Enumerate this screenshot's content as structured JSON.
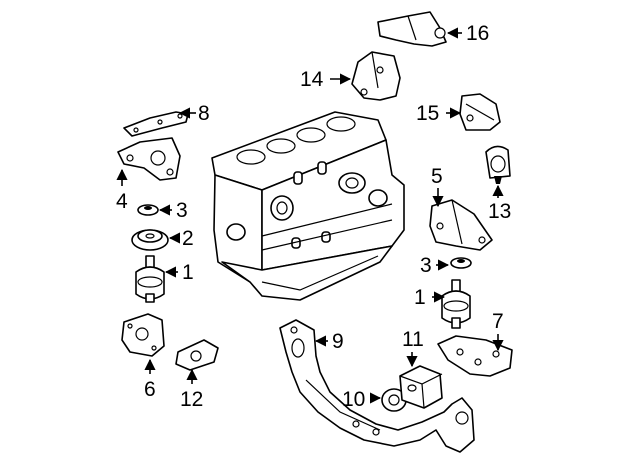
{
  "callouts": {
    "c1a": "1",
    "c1b": "1",
    "c2": "2",
    "c3a": "3",
    "c3b": "3",
    "c4": "4",
    "c5": "5",
    "c6": "6",
    "c7": "7",
    "c8": "8",
    "c9": "9",
    "c10": "10",
    "c11": "11",
    "c12": "12",
    "c13": "13",
    "c14": "14",
    "c15": "15",
    "c16": "16"
  },
  "colors": {
    "line": "#000000",
    "background": "#ffffff"
  }
}
